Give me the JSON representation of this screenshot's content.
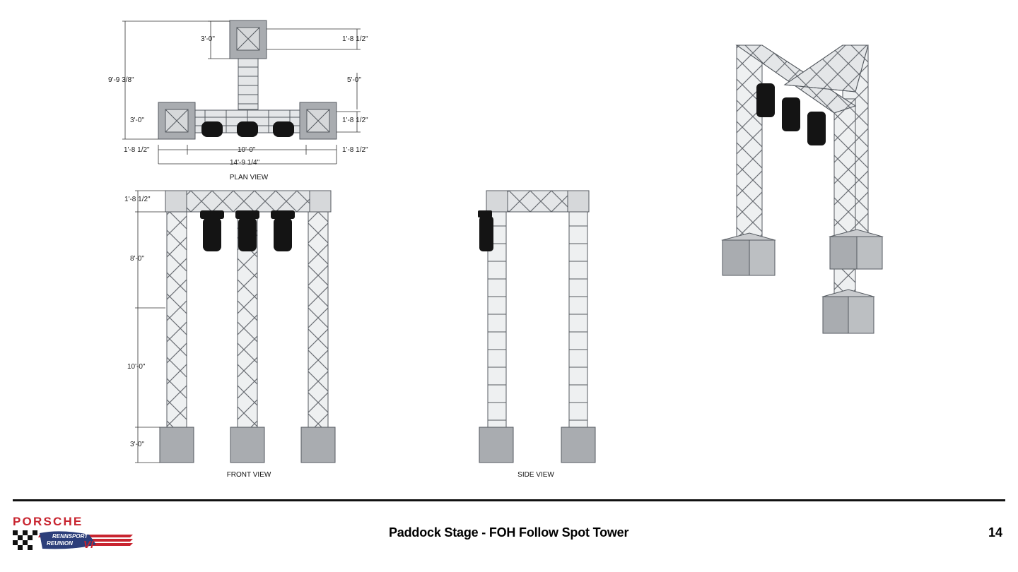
{
  "drawing": {
    "plan_view": {
      "caption": "PLAN VIEW",
      "dims": {
        "overall_depth": "9'-9 3/8\"",
        "top_block": "3'-0\"",
        "top_right_offset": "1'-8 1/2\"",
        "spacing": "5'-0\"",
        "left_block": "3'-0\"",
        "right_offset": "1'-8 1/2\"",
        "bottom_left_offset": "1'-8 1/2\"",
        "span": "10'-0\"",
        "bottom_right_offset": "1'-8 1/2\"",
        "overall_width": "14'-9 1/4\""
      }
    },
    "front_view": {
      "caption": "FRONT VIEW",
      "dims": {
        "truss_height": "1'-8 1/2\"",
        "upper_section": "8'-0\"",
        "lower_section": "10'-0\"",
        "base": "3'-0\""
      }
    },
    "side_view": {
      "caption": "SIDE VIEW"
    },
    "isometric_view": {
      "caption": ""
    }
  },
  "footer": {
    "title": "Paddock Stage - FOH Follow Spot Tower",
    "page_number": "14",
    "logo": {
      "brand": "PORSCHE",
      "line1": "RENNSPORT",
      "line2": "REUNION",
      "edition": "VI"
    }
  },
  "colors": {
    "truss": "#b9bcc0",
    "truss_stroke": "#555a60",
    "base": "#a9acb0",
    "fixture": "#141414",
    "brand_red": "#c8242f",
    "brand_blue": "#2c3e7a"
  }
}
